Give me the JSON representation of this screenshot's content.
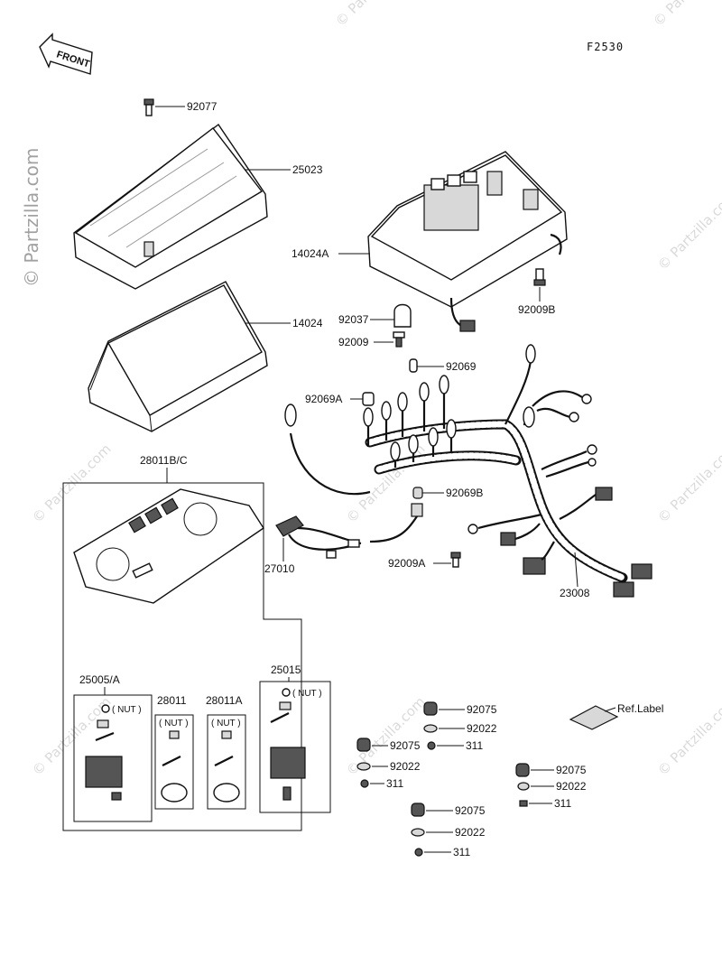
{
  "diagram_code": "F2530",
  "front_label": "FRONT",
  "ref_label": "Ref.Label",
  "watermarks": {
    "vertical": "© Partzilla.com",
    "repeat": "© Partzilla.com"
  },
  "parts": {
    "p92077": "92077",
    "p25023": "25023",
    "p14024A": "14024A",
    "p92037": "92037",
    "p92009B": "92009B",
    "p92009": "92009",
    "p14024": "14024",
    "p92069": "92069",
    "p92069A": "92069A",
    "p28011BC": "28011B/C",
    "p92069B": "92069B",
    "p27010": "27010",
    "p92009A": "92009A",
    "p23008": "23008",
    "p25005A": "25005/A",
    "p25015": "25015",
    "p28011": "28011",
    "p28011A": "28011A",
    "nut": "NUT",
    "p92075": "92075",
    "p92022": "92022",
    "p311": "311"
  }
}
